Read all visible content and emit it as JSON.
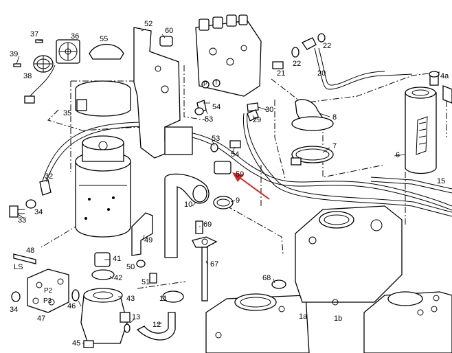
{
  "callouts": {
    "c37": "37",
    "c36": "36",
    "c39": "39",
    "c38": "38",
    "c35": "35",
    "c55": "55",
    "c52": "52",
    "c60": "60",
    "c22a": "22",
    "c21": "21",
    "c22b": "22",
    "c20": "20",
    "c4a": "4a",
    "c54a": "54",
    "c53a": "53",
    "c30": "30",
    "c29": "29",
    "c8": "8",
    "c53b": "53",
    "c54b": "54",
    "c59": "59",
    "c7": "7",
    "c6": "6",
    "c15": "15",
    "c32": "32",
    "c33": "33",
    "c34a": "34",
    "c10": "10",
    "c9": "9",
    "c69": "69",
    "c49": "49",
    "c48": "48",
    "cLS": "LS",
    "c41": "41",
    "c50": "50",
    "c67": "67",
    "c42": "42",
    "c51": "51",
    "c68": "68",
    "c34b": "34",
    "cP2": "P2",
    "cP3": "P3",
    "c46": "46",
    "c43": "43",
    "c11": "11",
    "c47": "47",
    "c13": "13",
    "c12": "12",
    "c1a": "1a",
    "c1b": "1b",
    "c45": "45",
    "cP": "P",
    "cT": "T"
  },
  "highlight": {
    "arrow_color": "#e0201f"
  }
}
